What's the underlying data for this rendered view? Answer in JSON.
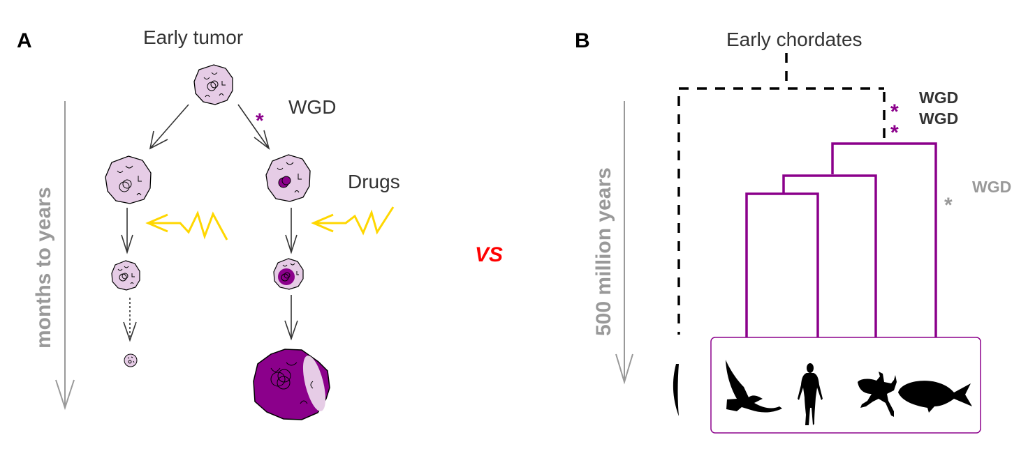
{
  "colors": {
    "purple": "#8B008B",
    "light_pink": "#E6CCE6",
    "gray": "#999999",
    "dark": "#333333",
    "black": "#000000",
    "yellow": "#FFD700",
    "red": "#FF0000"
  },
  "panel_a": {
    "label": "A",
    "title": "Early tumor",
    "time_axis": "months to years",
    "wgd_label": "WGD",
    "wgd_marker": "*",
    "drugs_label": "Drugs",
    "left_lineage": [
      "normal-cell",
      "shrinking-cell",
      "tiny-cell"
    ],
    "right_lineage": [
      "wgd-cell",
      "resistant-cell",
      "large-purple-tumor"
    ]
  },
  "vs_label": "VS",
  "panel_b": {
    "label": "B",
    "title": "Early chordates",
    "time_axis": "500 million years",
    "wgd_events": [
      {
        "marker": "*",
        "label": "WGD",
        "style": "bold-dark"
      },
      {
        "marker": "*",
        "label": "WGD",
        "style": "bold-dark"
      },
      {
        "marker": "*",
        "label": "WGD",
        "style": "gray"
      }
    ],
    "taxa": [
      "lancelet",
      "eagle",
      "human",
      "frog",
      "fish"
    ]
  }
}
